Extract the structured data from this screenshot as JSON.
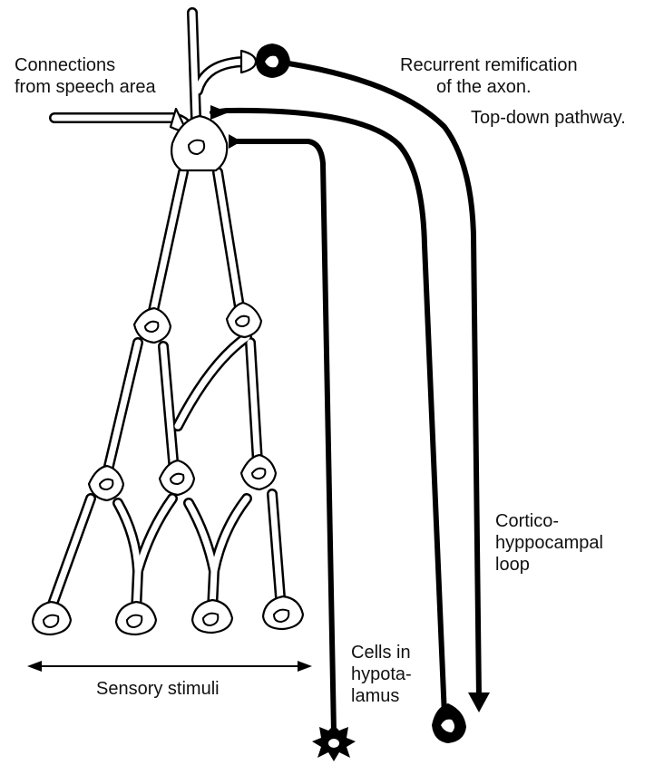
{
  "labels": {
    "speech": [
      "Connections",
      "from speech area"
    ],
    "recurrent": [
      "Recurrent remification",
      "of the axon.",
      "Top-down pathway."
    ],
    "loop": [
      "Cortico-",
      "hyppocampal",
      "loop"
    ],
    "hypothalamus": [
      "Cells in",
      "hypota-",
      "lamus"
    ],
    "sensory": "Sensory stimuli"
  },
  "colors": {
    "ink": "#000000",
    "paper": "#ffffff"
  }
}
